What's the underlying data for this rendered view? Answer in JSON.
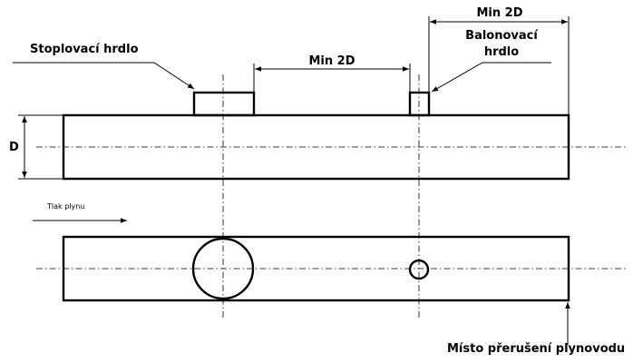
{
  "labels": {
    "stop_neck": "Stoplovací hrdlo",
    "balloon_neck_line1": "Balonovací",
    "balloon_neck_line2": "hrdlo",
    "min_2d_top": "Min 2D",
    "min_2d_middle": "Min 2D",
    "diameter": "D",
    "gas_pressure": "Tlak plynu",
    "cut_location": "Místo přerušení plynovodu"
  },
  "colors": {
    "line": "#000000",
    "background": "#ffffff"
  }
}
